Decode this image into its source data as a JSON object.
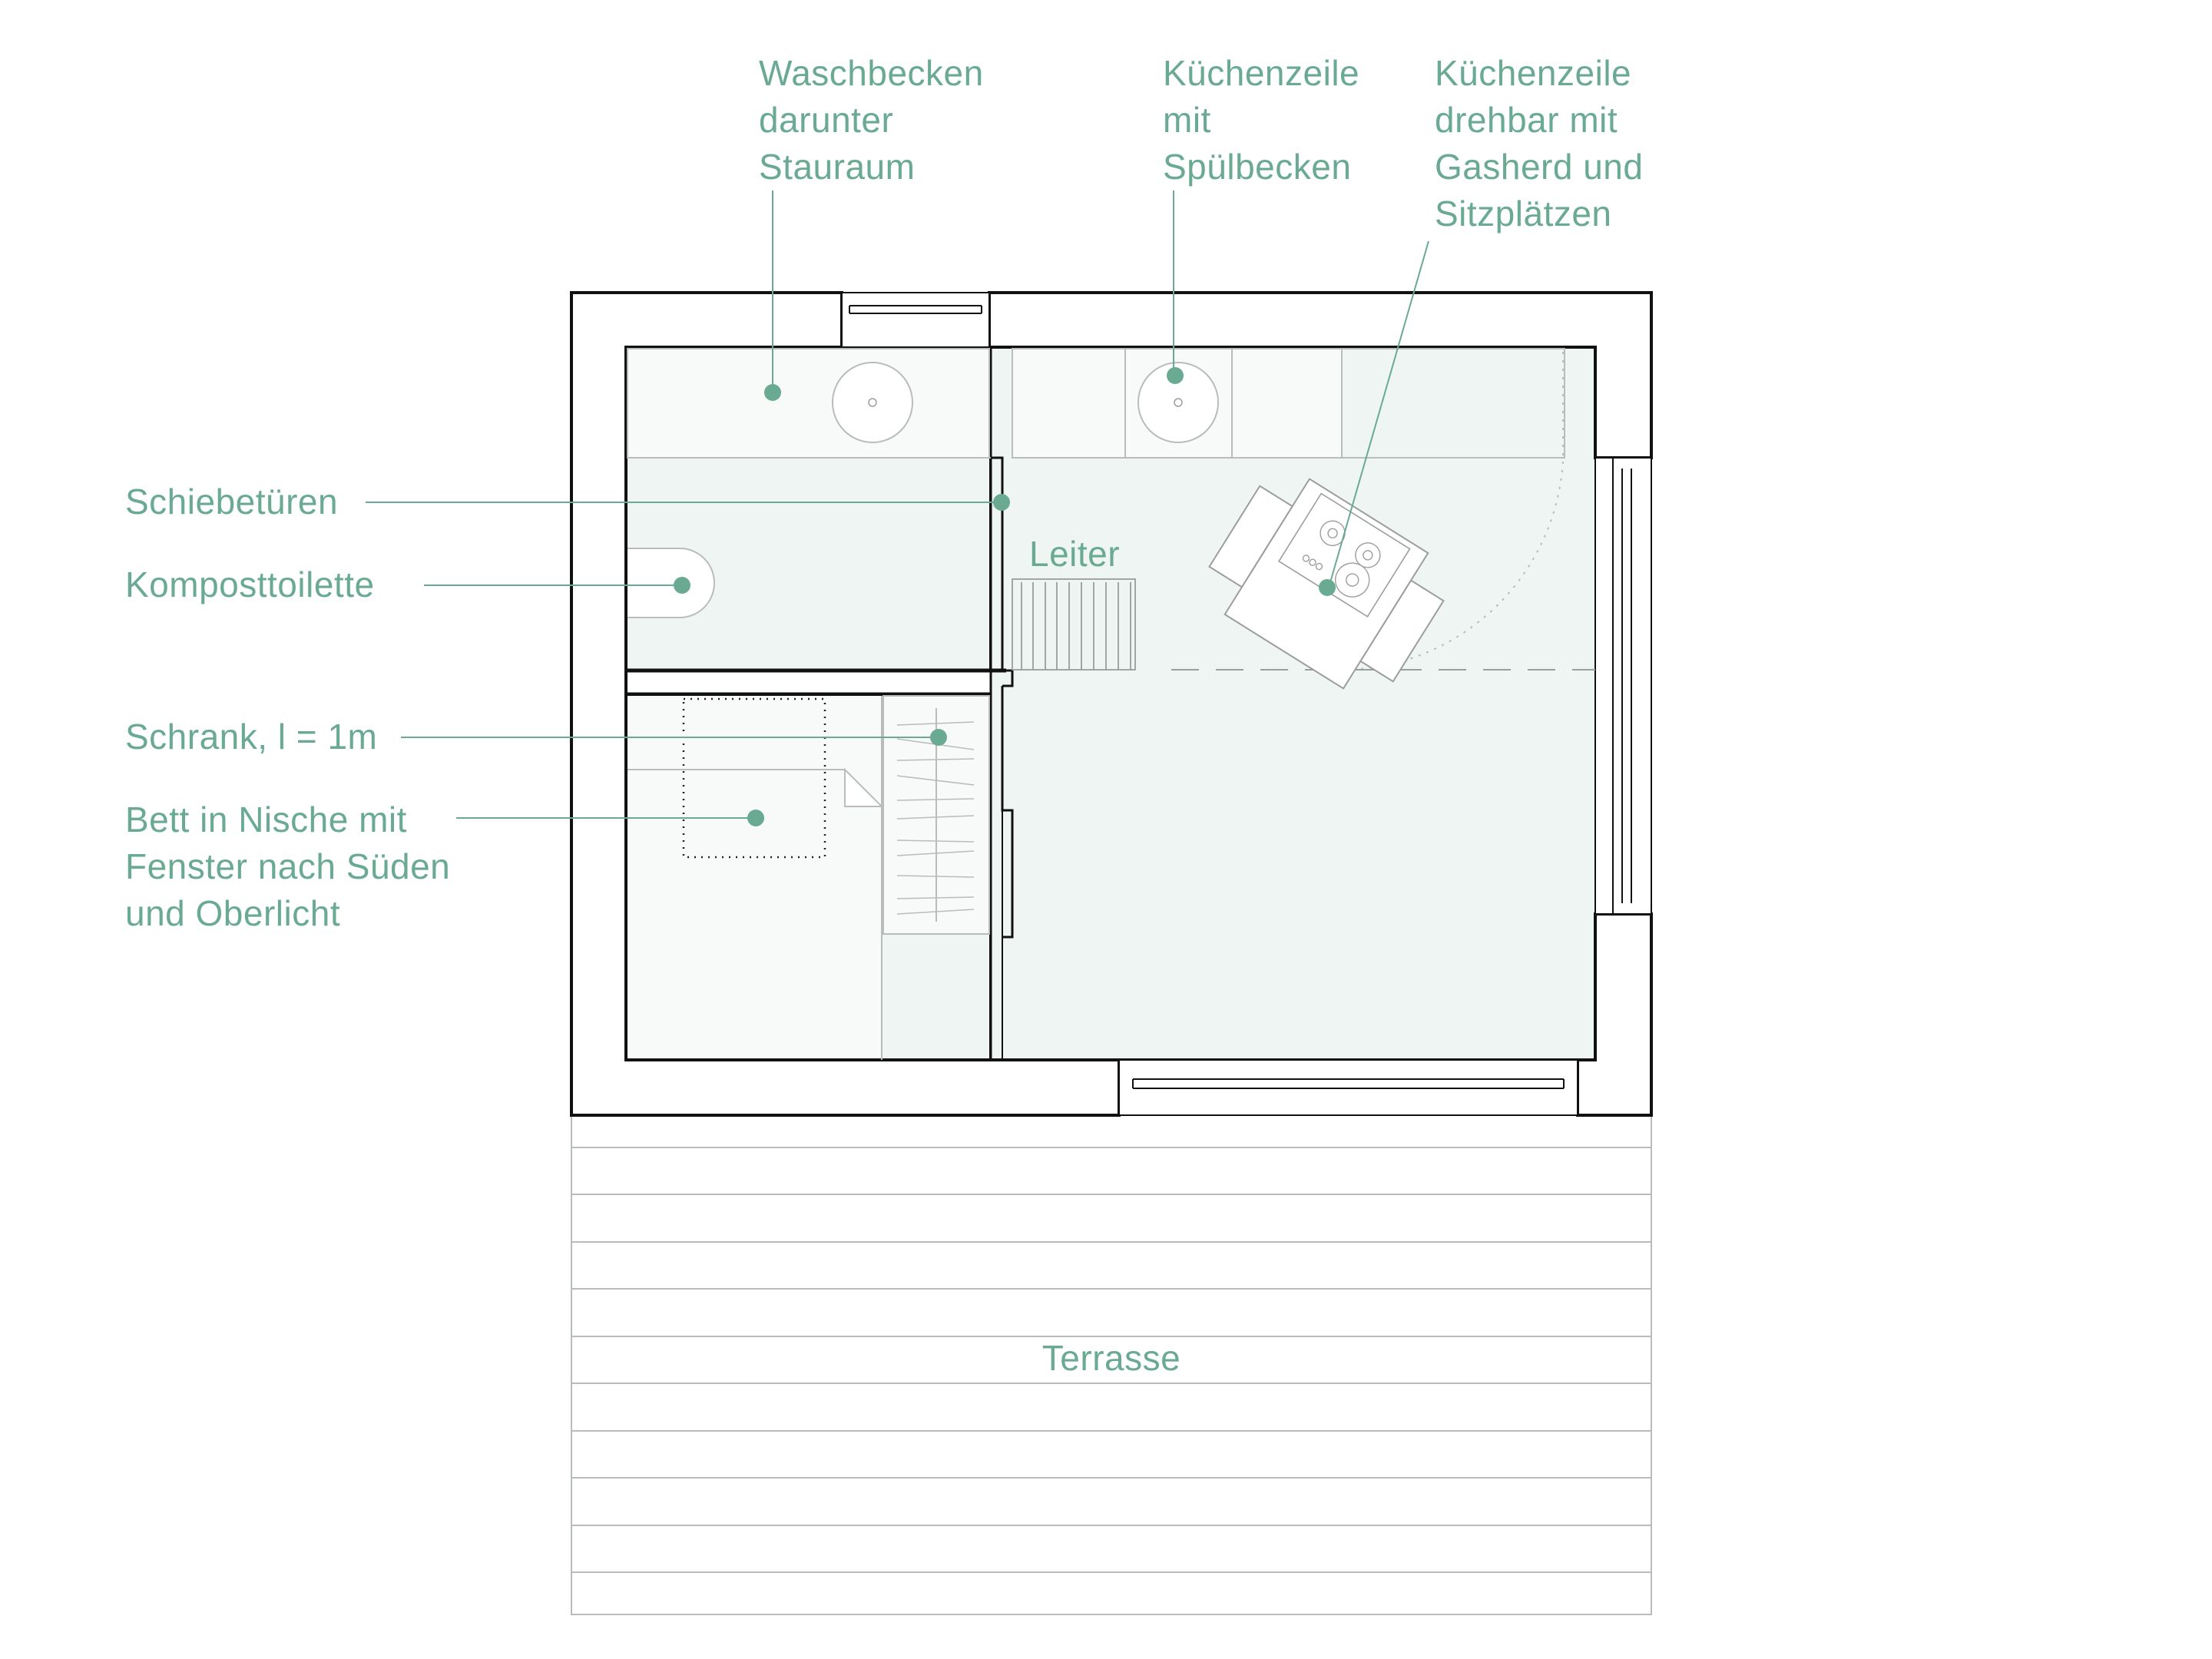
{
  "colors": {
    "accent": "#6aaa93",
    "wall": "#111111",
    "room_fill": "#eff5f2",
    "fixture_fill": "#f7faf8",
    "thin_line": "#b8bcba"
  },
  "labels": {
    "waschbecken": [
      "Waschbecken",
      "darunter",
      "Stauraum"
    ],
    "kuechenzeile_spuele": [
      "Küchenzeile",
      "mit",
      "Spülbecken"
    ],
    "kuechenzeile_drehbar": [
      "Küchenzeile",
      "drehbar mit",
      "Gasherd und",
      "Sitzplätzen"
    ],
    "schiebetueren": "Schiebetüren",
    "komposttoilette": "Komposttoilette",
    "schrank": "Schrank, l = 1m",
    "bett": [
      "Bett in Nische mit",
      "Fenster nach Süden",
      "und Oberlicht"
    ],
    "leiter": "Leiter",
    "terrasse": "Terrasse"
  }
}
